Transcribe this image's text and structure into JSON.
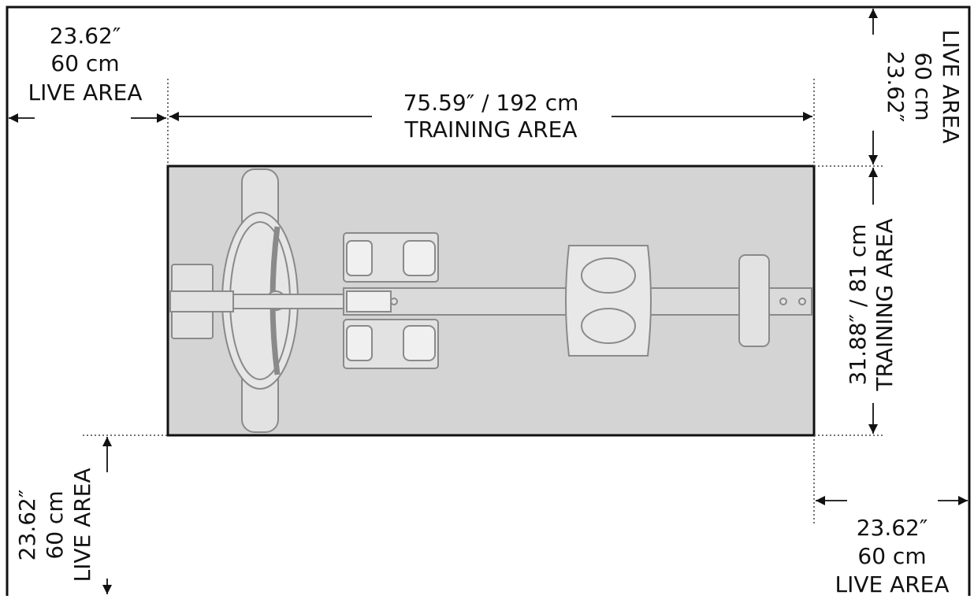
{
  "colors": {
    "line": "#111111",
    "training_fill": "#d4d4d4",
    "machine_stroke": "#8a8a8a",
    "machine_fill": "#e2e2e2"
  },
  "icons": [
    "arrow-head",
    "rowing-machine-drawing"
  ],
  "live_area_top_left": {
    "inches": "23.62″",
    "cm": "60 cm",
    "label": "LIVE AREA"
  },
  "live_area_top_right": {
    "inches": "23.62″",
    "cm": "60 cm",
    "label": "LIVE AREA"
  },
  "live_area_bottom_left": {
    "inches": "23.62″",
    "cm": "60 cm",
    "label": "LIVE AREA"
  },
  "live_area_bottom_right": {
    "inches": "23.62″",
    "cm": "60 cm",
    "label": "LIVE AREA"
  },
  "training_length": {
    "dimension": "75.59″ / 192 cm",
    "label": "TRAINING AREA"
  },
  "training_width": {
    "dimension": "31.88″ / 81 cm",
    "label": "TRAINING AREA"
  }
}
